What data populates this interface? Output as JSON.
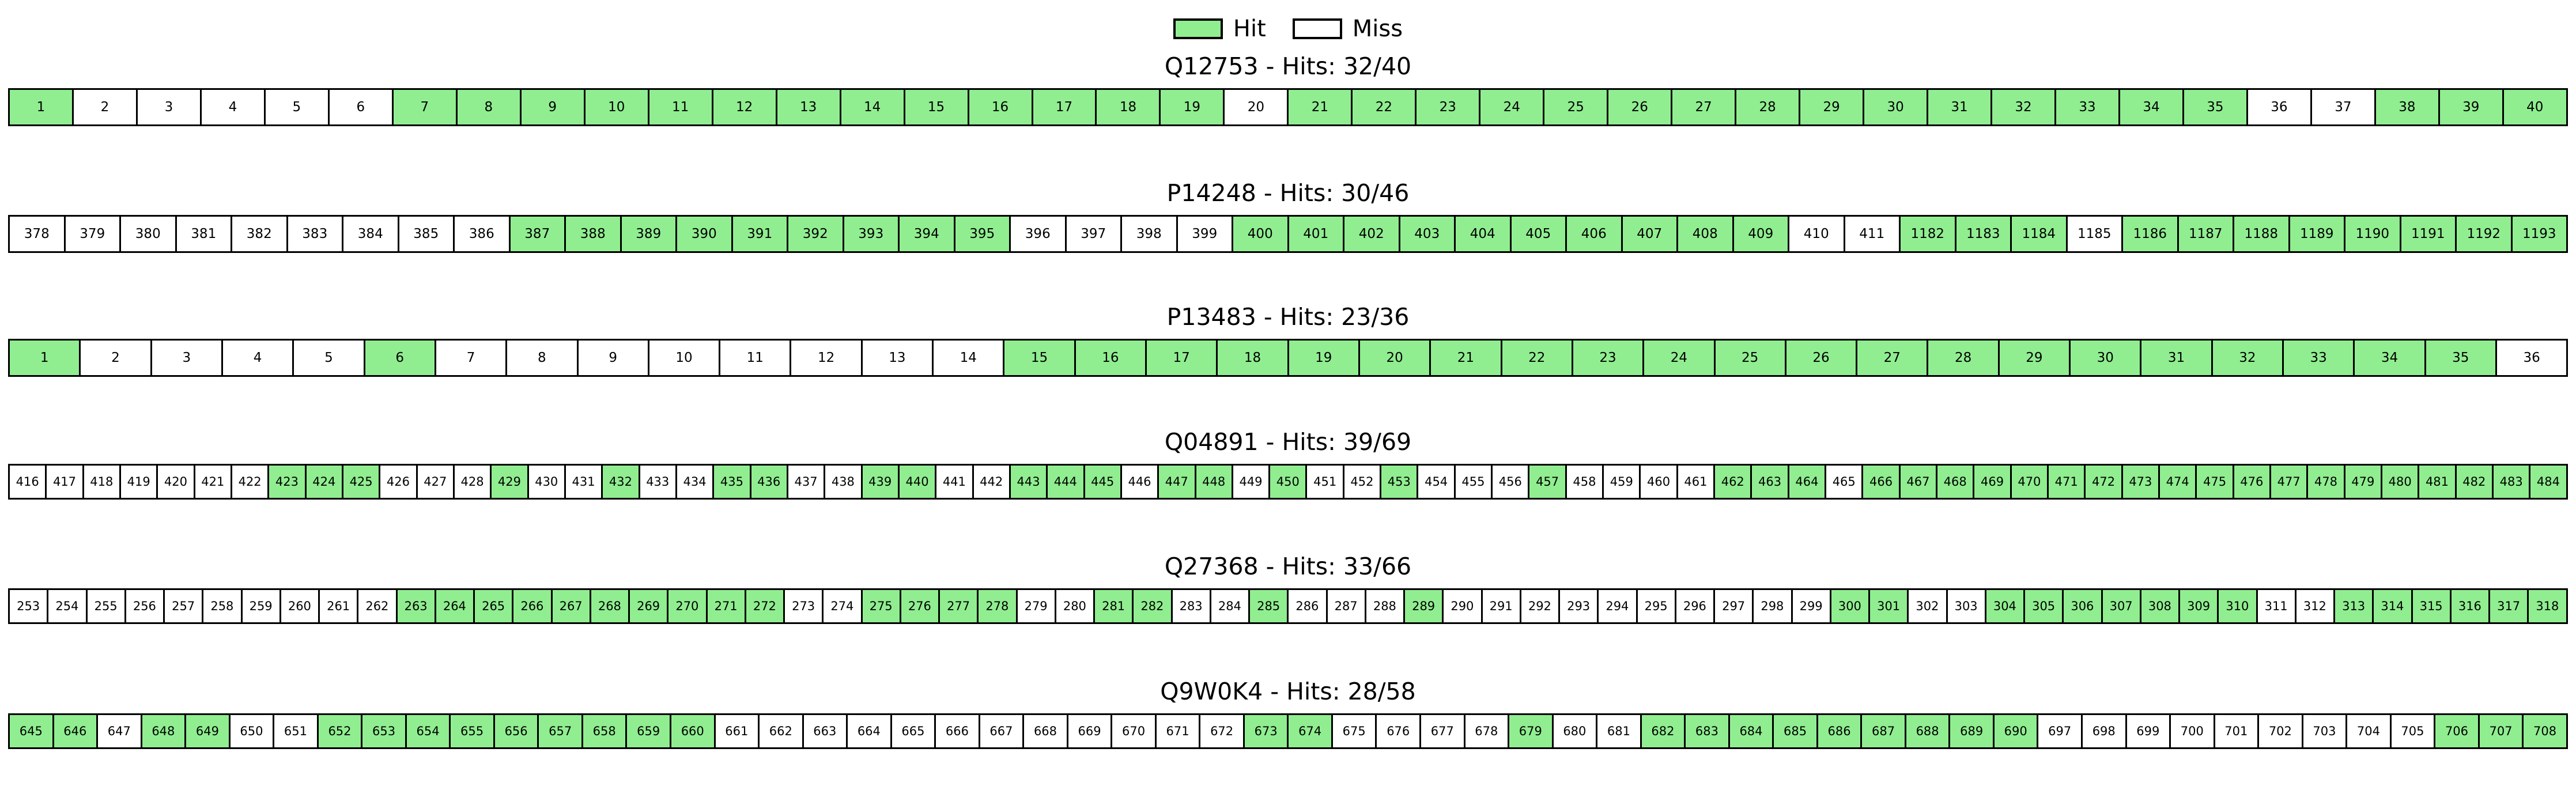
{
  "legend": {
    "position": "top-center",
    "entries": [
      {
        "label": "Hit",
        "color": "#90ee90",
        "icon": "filled-square-swatch"
      },
      {
        "label": "Miss",
        "color": "#ffffff",
        "icon": "empty-square-swatch"
      }
    ]
  },
  "colors": {
    "hit_fill": "#90ee90",
    "miss_fill": "#ffffff",
    "edge": "#000000",
    "background": "#ffffff"
  },
  "chart_data": {
    "type": "heatmap",
    "title": "",
    "subtitle": "",
    "xlabel": "",
    "ylabel": "",
    "grid": false,
    "legend_position": "upper center",
    "legend_entries": [
      "Hit",
      "Miss"
    ],
    "encoding": {
      "Hit": "#90ee90",
      "Miss": "#ffffff"
    },
    "rows": [
      {
        "id": "Q12753",
        "title": "Q12753 - Hits: 32/40",
        "hits": 32,
        "total": 40,
        "positions": [
          1,
          2,
          3,
          4,
          5,
          6,
          7,
          8,
          9,
          10,
          11,
          12,
          13,
          14,
          15,
          16,
          17,
          18,
          19,
          20,
          21,
          22,
          23,
          24,
          25,
          26,
          27,
          28,
          29,
          30,
          31,
          32,
          33,
          34,
          35,
          36,
          37,
          38,
          39,
          40
        ],
        "states": [
          "hit",
          "miss",
          "miss",
          "miss",
          "miss",
          "miss",
          "hit",
          "hit",
          "hit",
          "hit",
          "hit",
          "hit",
          "hit",
          "hit",
          "hit",
          "hit",
          "hit",
          "hit",
          "hit",
          "miss",
          "hit",
          "hit",
          "hit",
          "hit",
          "hit",
          "hit",
          "hit",
          "hit",
          "hit",
          "hit",
          "hit",
          "hit",
          "hit",
          "hit",
          "hit",
          "miss",
          "miss",
          "hit",
          "hit",
          "hit"
        ]
      },
      {
        "id": "P14248",
        "title": "P14248 - Hits: 30/46",
        "hits": 30,
        "total": 46,
        "positions": [
          378,
          379,
          380,
          381,
          382,
          383,
          384,
          385,
          386,
          387,
          388,
          389,
          390,
          391,
          392,
          393,
          394,
          395,
          396,
          397,
          398,
          399,
          400,
          401,
          402,
          403,
          404,
          405,
          406,
          407,
          408,
          409,
          410,
          411,
          1182,
          1183,
          1184,
          1185,
          1186,
          1187,
          1188,
          1189,
          1190,
          1191,
          1192,
          1193
        ],
        "states": [
          "miss",
          "miss",
          "miss",
          "miss",
          "miss",
          "miss",
          "miss",
          "miss",
          "miss",
          "hit",
          "hit",
          "hit",
          "hit",
          "hit",
          "hit",
          "hit",
          "hit",
          "hit",
          "miss",
          "miss",
          "miss",
          "miss",
          "hit",
          "hit",
          "hit",
          "hit",
          "hit",
          "hit",
          "hit",
          "hit",
          "hit",
          "hit",
          "miss",
          "miss",
          "hit",
          "hit",
          "hit",
          "miss",
          "hit",
          "hit",
          "hit",
          "hit",
          "hit",
          "hit",
          "hit",
          "hit"
        ]
      },
      {
        "id": "P13483",
        "title": "P13483 - Hits: 23/36",
        "hits": 23,
        "total": 36,
        "positions": [
          1,
          2,
          3,
          4,
          5,
          6,
          7,
          8,
          9,
          10,
          11,
          12,
          13,
          14,
          15,
          16,
          17,
          18,
          19,
          20,
          21,
          22,
          23,
          24,
          25,
          26,
          27,
          28,
          29,
          30,
          31,
          32,
          33,
          34,
          35,
          36
        ],
        "states": [
          "hit",
          "miss",
          "miss",
          "miss",
          "miss",
          "hit",
          "miss",
          "miss",
          "miss",
          "miss",
          "miss",
          "miss",
          "miss",
          "miss",
          "hit",
          "hit",
          "hit",
          "hit",
          "hit",
          "hit",
          "hit",
          "hit",
          "hit",
          "hit",
          "hit",
          "hit",
          "hit",
          "hit",
          "hit",
          "hit",
          "hit",
          "hit",
          "hit",
          "hit",
          "hit",
          "miss"
        ]
      },
      {
        "id": "Q04891",
        "title": "Q04891 - Hits: 39/69",
        "hits": 39,
        "total": 69,
        "positions": [
          416,
          417,
          418,
          419,
          420,
          421,
          422,
          423,
          424,
          425,
          426,
          427,
          428,
          429,
          430,
          431,
          432,
          433,
          434,
          435,
          436,
          437,
          438,
          439,
          440,
          441,
          442,
          443,
          444,
          445,
          446,
          447,
          448,
          449,
          450,
          451,
          452,
          453,
          454,
          455,
          456,
          457,
          458,
          459,
          460,
          461,
          462,
          463,
          464,
          465,
          466,
          467,
          468,
          469,
          470,
          471,
          472,
          473,
          474,
          475,
          476,
          477,
          478,
          479,
          480,
          481,
          482,
          483,
          484
        ],
        "states": [
          "miss",
          "miss",
          "miss",
          "miss",
          "miss",
          "miss",
          "miss",
          "hit",
          "hit",
          "hit",
          "miss",
          "miss",
          "miss",
          "hit",
          "miss",
          "miss",
          "hit",
          "miss",
          "miss",
          "hit",
          "hit",
          "miss",
          "miss",
          "hit",
          "hit",
          "miss",
          "miss",
          "hit",
          "hit",
          "hit",
          "miss",
          "hit",
          "hit",
          "miss",
          "hit",
          "miss",
          "miss",
          "hit",
          "miss",
          "miss",
          "miss",
          "hit",
          "miss",
          "miss",
          "miss",
          "miss",
          "hit",
          "hit",
          "hit",
          "miss",
          "hit",
          "hit",
          "hit",
          "hit",
          "hit",
          "hit",
          "hit",
          "hit",
          "hit",
          "hit",
          "hit",
          "hit",
          "hit",
          "hit",
          "hit",
          "hit",
          "hit",
          "hit",
          "hit"
        ]
      },
      {
        "id": "Q27368",
        "title": "Q27368 - Hits: 33/66",
        "hits": 33,
        "total": 66,
        "positions": [
          253,
          254,
          255,
          256,
          257,
          258,
          259,
          260,
          261,
          262,
          263,
          264,
          265,
          266,
          267,
          268,
          269,
          270,
          271,
          272,
          273,
          274,
          275,
          276,
          277,
          278,
          279,
          280,
          281,
          282,
          283,
          284,
          285,
          286,
          287,
          288,
          289,
          290,
          291,
          292,
          293,
          294,
          295,
          296,
          297,
          298,
          299,
          300,
          301,
          302,
          303,
          304,
          305,
          306,
          307,
          308,
          309,
          310,
          311,
          312,
          313,
          314,
          315,
          316,
          317,
          318
        ],
        "states": [
          "miss",
          "miss",
          "miss",
          "miss",
          "miss",
          "miss",
          "miss",
          "miss",
          "miss",
          "miss",
          "hit",
          "hit",
          "hit",
          "hit",
          "hit",
          "hit",
          "hit",
          "hit",
          "hit",
          "hit",
          "miss",
          "miss",
          "hit",
          "hit",
          "hit",
          "hit",
          "miss",
          "miss",
          "hit",
          "hit",
          "miss",
          "miss",
          "hit",
          "miss",
          "miss",
          "miss",
          "hit",
          "miss",
          "miss",
          "miss",
          "miss",
          "miss",
          "miss",
          "miss",
          "miss",
          "miss",
          "miss",
          "hit",
          "hit",
          "miss",
          "miss",
          "hit",
          "hit",
          "hit",
          "hit",
          "hit",
          "hit",
          "hit",
          "miss",
          "miss",
          "hit",
          "hit",
          "hit",
          "hit",
          "hit",
          "hit"
        ]
      },
      {
        "id": "Q9W0K4",
        "title": "Q9W0K4 - Hits: 28/58",
        "hits": 28,
        "total": 58,
        "positions": [
          645,
          646,
          647,
          648,
          649,
          650,
          651,
          652,
          653,
          654,
          655,
          656,
          657,
          658,
          659,
          660,
          661,
          662,
          663,
          664,
          665,
          666,
          667,
          668,
          669,
          670,
          671,
          672,
          673,
          674,
          675,
          676,
          677,
          678,
          679,
          680,
          681,
          682,
          683,
          684,
          685,
          686,
          687,
          688,
          689,
          690,
          697,
          698,
          699,
          700,
          701,
          702,
          703,
          704,
          705,
          706,
          707,
          708
        ],
        "states": [
          "hit",
          "hit",
          "miss",
          "hit",
          "hit",
          "miss",
          "miss",
          "hit",
          "hit",
          "hit",
          "hit",
          "hit",
          "hit",
          "hit",
          "hit",
          "hit",
          "miss",
          "miss",
          "miss",
          "miss",
          "miss",
          "miss",
          "miss",
          "miss",
          "miss",
          "miss",
          "miss",
          "miss",
          "hit",
          "hit",
          "miss",
          "miss",
          "miss",
          "miss",
          "hit",
          "miss",
          "miss",
          "hit",
          "hit",
          "hit",
          "hit",
          "hit",
          "hit",
          "hit",
          "hit",
          "hit",
          "miss",
          "miss",
          "miss",
          "miss",
          "miss",
          "miss",
          "miss",
          "miss",
          "miss",
          "hit",
          "hit",
          "hit"
        ]
      }
    ]
  }
}
